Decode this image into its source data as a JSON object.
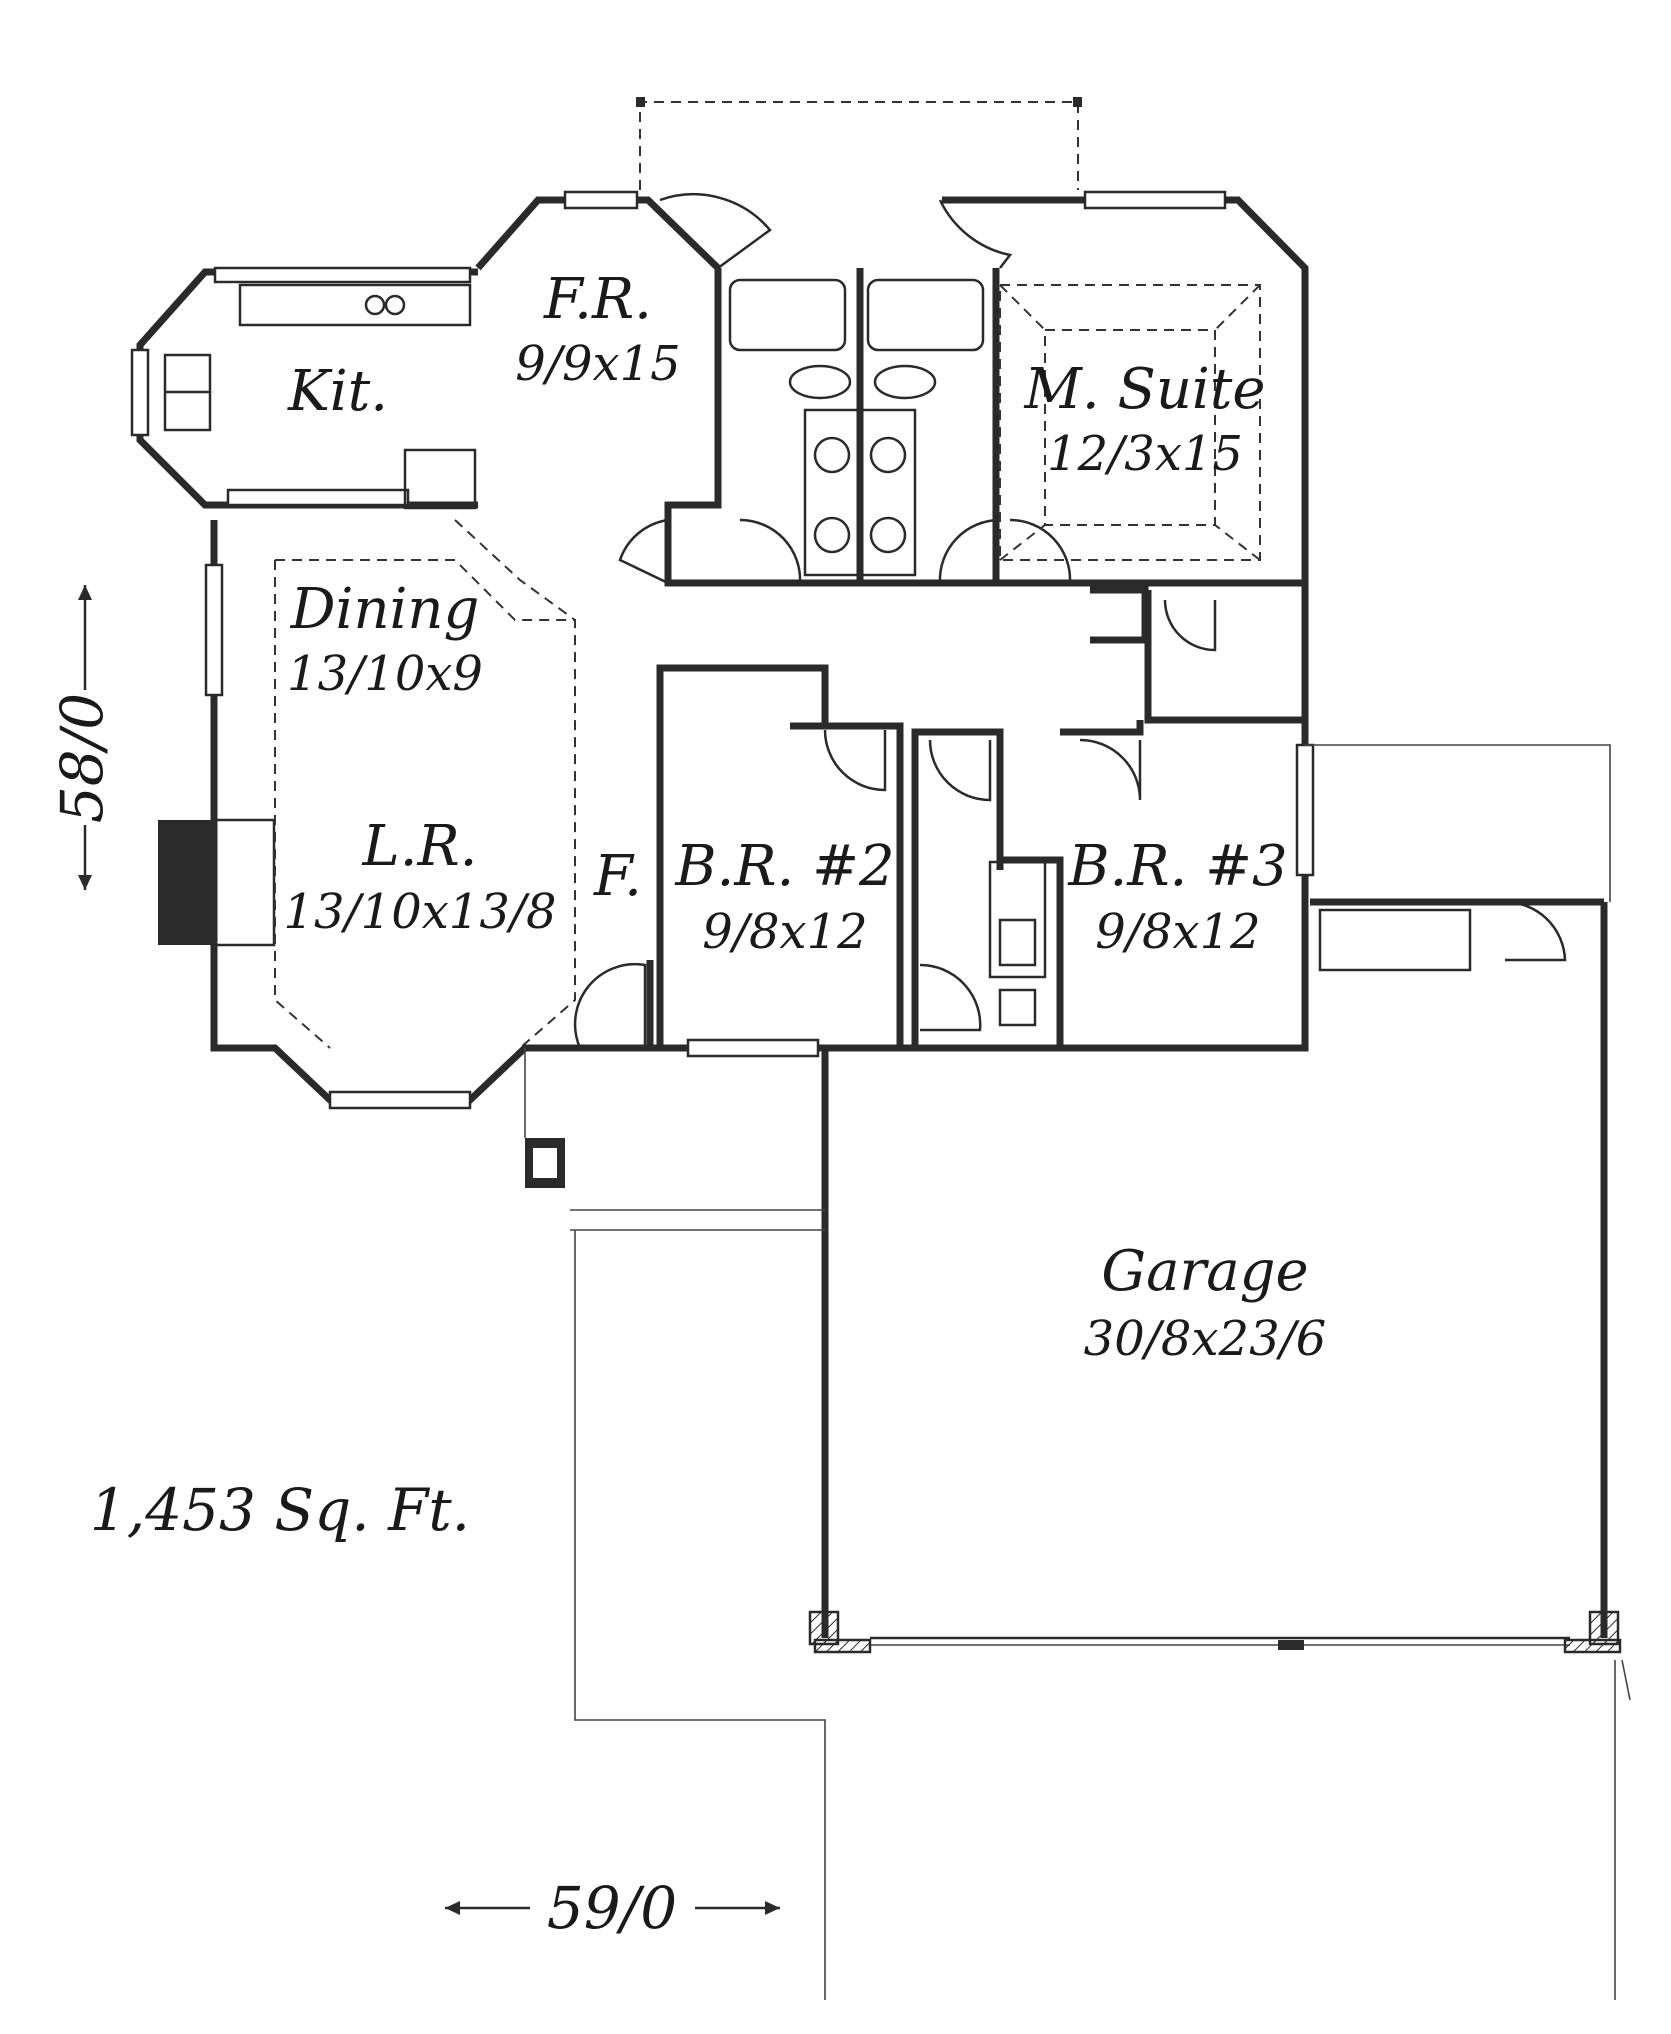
{
  "plan": {
    "square_footage": "1,453 Sq. Ft.",
    "overall_depth": "58/0",
    "overall_width": "59/0",
    "rooms": {
      "family_room": {
        "name": "F.R.",
        "size": "9/9x15"
      },
      "kitchen": {
        "name": "Kit."
      },
      "master_suite": {
        "name": "M. Suite",
        "size": "12/3x15"
      },
      "dining": {
        "name": "Dining",
        "size": "13/10x9"
      },
      "living_room": {
        "name": "L.R.",
        "size": "13/10x13/8"
      },
      "foyer": {
        "name": "F."
      },
      "bedroom_2": {
        "name": "B.R. #2",
        "size": "9/8x12"
      },
      "bedroom_3": {
        "name": "B.R. #3",
        "size": "9/8x12"
      },
      "garage": {
        "name": "Garage",
        "size": "30/8x23/6"
      }
    }
  }
}
